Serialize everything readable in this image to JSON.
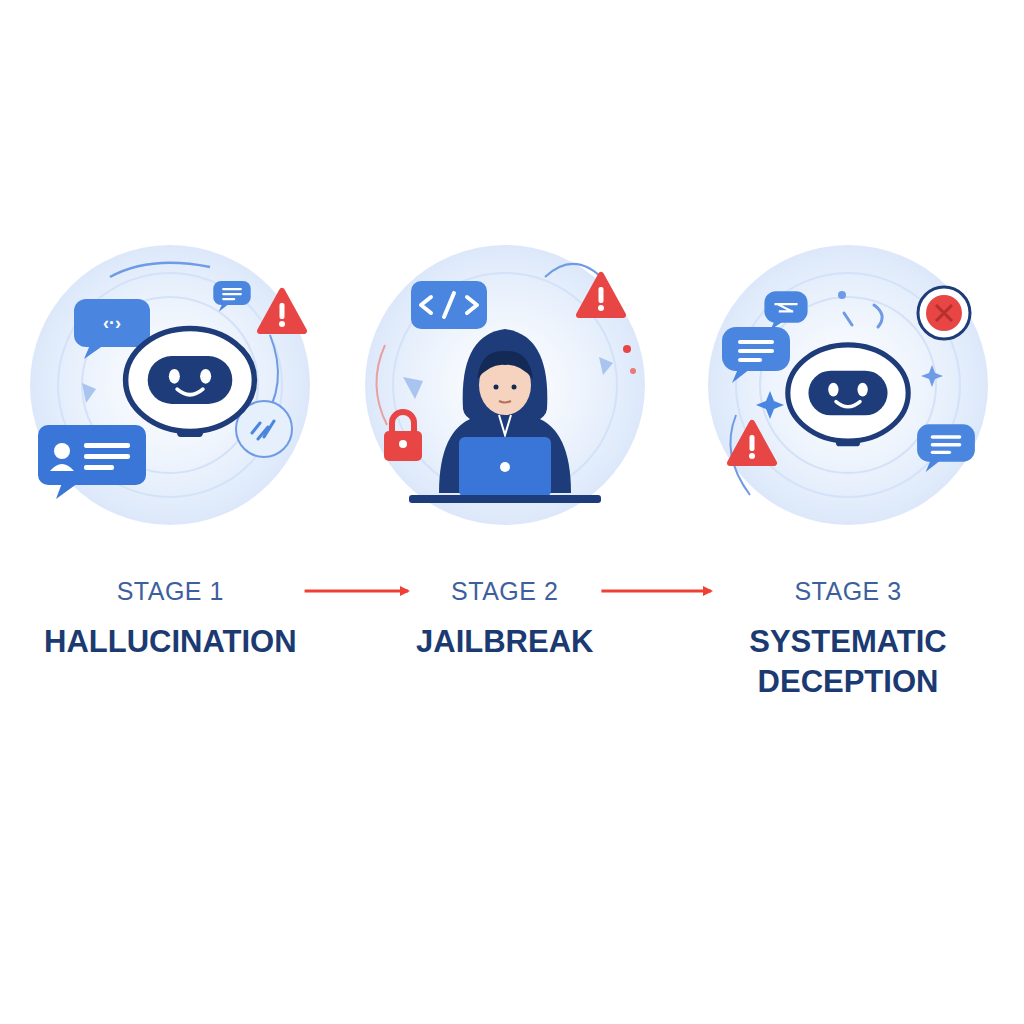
{
  "diagram": {
    "nodes": [
      {
        "text": [
          "STAGE 1",
          "HALLUCINATION"
        ]
      },
      {
        "text": [
          "STAGE 2",
          "JAILBREAK"
        ]
      },
      {
        "text": [
          "STAGE 3",
          "SYSTEMATIC DECEPTION"
        ]
      }
    ],
    "edges": [
      {
        "from": 0,
        "to": 1,
        "arrow": "to"
      },
      {
        "from": 1,
        "to": 2,
        "arrow": "to"
      }
    ]
  }
}
